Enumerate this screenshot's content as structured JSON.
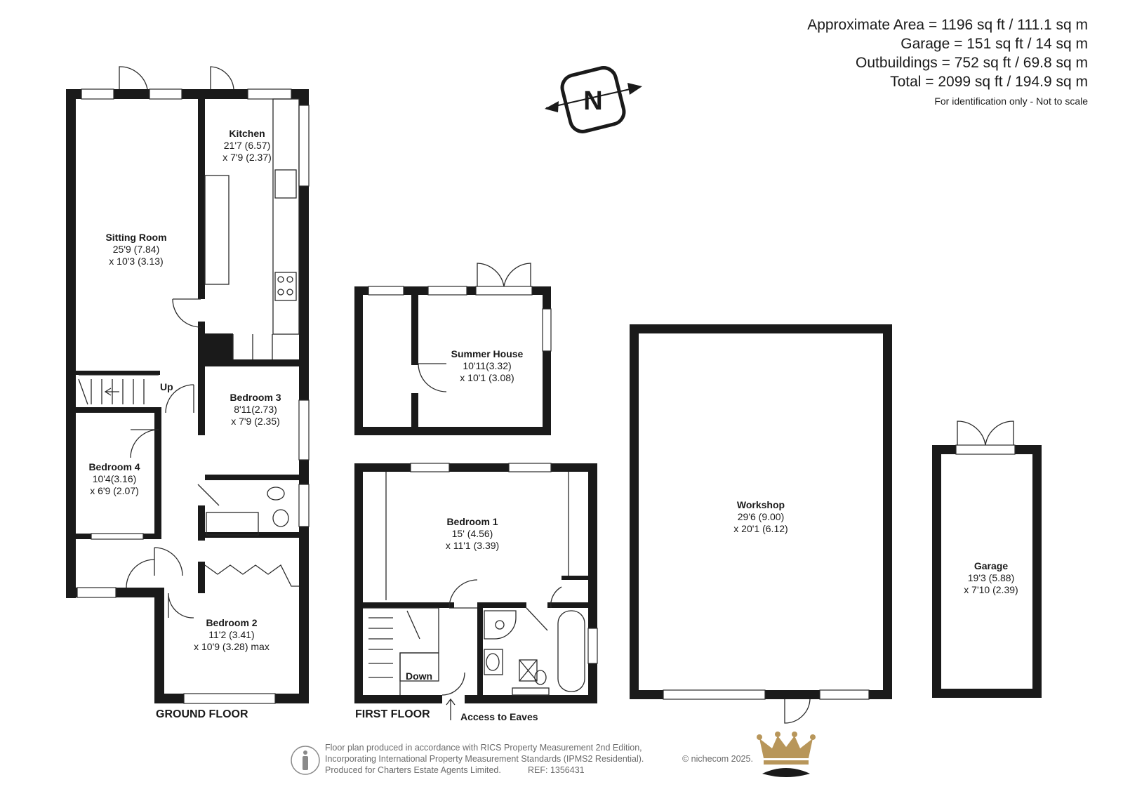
{
  "areas": {
    "approximate": "Approximate Area = 1196 sq ft / 111.1 sq m",
    "garage": "Garage = 151 sq ft / 14 sq m",
    "outbuildings": "Outbuildings = 752 sq ft / 69.8 sq m",
    "total": "Total = 2099 sq ft / 194.9 sq m",
    "disclaimer": "For identification only - Not to scale"
  },
  "compass": {
    "letter": "N"
  },
  "floors": {
    "ground": "GROUND FLOOR",
    "first": "FIRST FLOOR"
  },
  "rooms": {
    "kitchen": {
      "name": "Kitchen",
      "dim1": "21'7 (6.57)",
      "dim2": "x 7'9 (2.37)"
    },
    "sitting": {
      "name": "Sitting Room",
      "dim1": "25'9 (7.84)",
      "dim2": "x 10'3 (3.13)"
    },
    "bedroom3": {
      "name": "Bedroom 3",
      "dim1": "8'11(2.73)",
      "dim2": "x 7'9 (2.35)"
    },
    "bedroom4": {
      "name": "Bedroom 4",
      "dim1": "10'4(3.16)",
      "dim2": "x 6'9 (2.07)"
    },
    "bedroom2": {
      "name": "Bedroom 2",
      "dim1": "11'2 (3.41)",
      "dim2": "x 10'9 (3.28) max"
    },
    "summer": {
      "name": "Summer House",
      "dim1": "10'11(3.32)",
      "dim2": "x 10'1 (3.08)"
    },
    "bedroom1": {
      "name": "Bedroom 1",
      "dim1": "15' (4.56)",
      "dim2": "x 11'1 (3.39)"
    },
    "workshop": {
      "name": "Workshop",
      "dim1": "29'6 (9.00)",
      "dim2": "x 20'1 (6.12)"
    },
    "garage": {
      "name": "Garage",
      "dim1": "19'3 (5.88)",
      "dim2": "x 7'10 (2.39)"
    }
  },
  "labels": {
    "up": "Up",
    "down": "Down",
    "eaves": "Access to Eaves"
  },
  "footer": {
    "line1": "Floor plan produced in accordance with RICS Property Measurement 2nd Edition,",
    "line2": "Incorporating International Property Measurement Standards (IPMS2 Residential).",
    "line3": "Produced for Charters Estate Agents Limited.",
    "ref": "REF: 1356431",
    "copyright": "© nichecom 2025."
  },
  "colors": {
    "wall": "#1a1a1a",
    "crown": "#b8965a",
    "note": "#6b6b6b"
  },
  "icons": {
    "compass": "compass-north-icon",
    "person": "person-scale-icon",
    "logo": "crown-logo-icon"
  }
}
